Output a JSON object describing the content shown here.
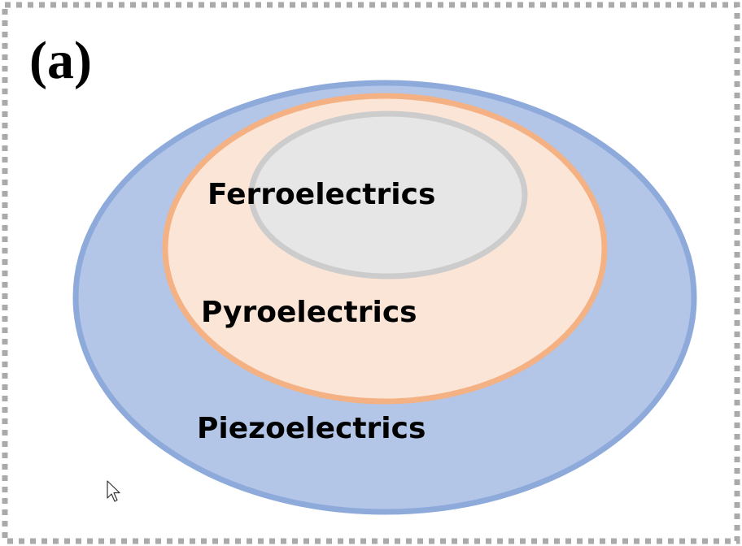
{
  "panel_label": "(a)",
  "sets": {
    "piezo": {
      "label": "Piezoelectrics",
      "fill": "#b3c6e7",
      "stroke": "#8eaadb"
    },
    "pyro": {
      "label": "Pyroelectrics",
      "fill": "#fbe5d6",
      "stroke": "#f4b183"
    },
    "ferro": {
      "label": "Ferroelectrics",
      "fill": "#e7e6e6",
      "stroke": "#cccccc"
    }
  },
  "frame": {
    "stroke": "#aaaaaa"
  },
  "cursor": {
    "icon": "arrow-cursor-icon"
  }
}
